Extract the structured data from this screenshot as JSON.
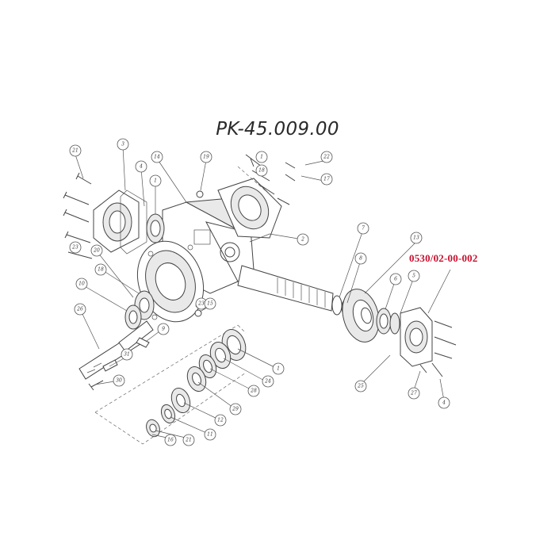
{
  "diagram": {
    "title": "PK-45.009.00",
    "part_reference": "0530/02-00-002",
    "callouts": [
      "21",
      "3",
      "4",
      "14",
      "1",
      "19",
      "23",
      "1",
      "22",
      "17",
      "2",
      "7",
      "13",
      "8",
      "20",
      "18",
      "10",
      "26",
      "9",
      "31",
      "30",
      "15",
      "1",
      "24",
      "28",
      "29",
      "12",
      "11",
      "6",
      "5",
      "25",
      "27",
      "4",
      "16",
      "21",
      "23",
      "18"
    ]
  }
}
